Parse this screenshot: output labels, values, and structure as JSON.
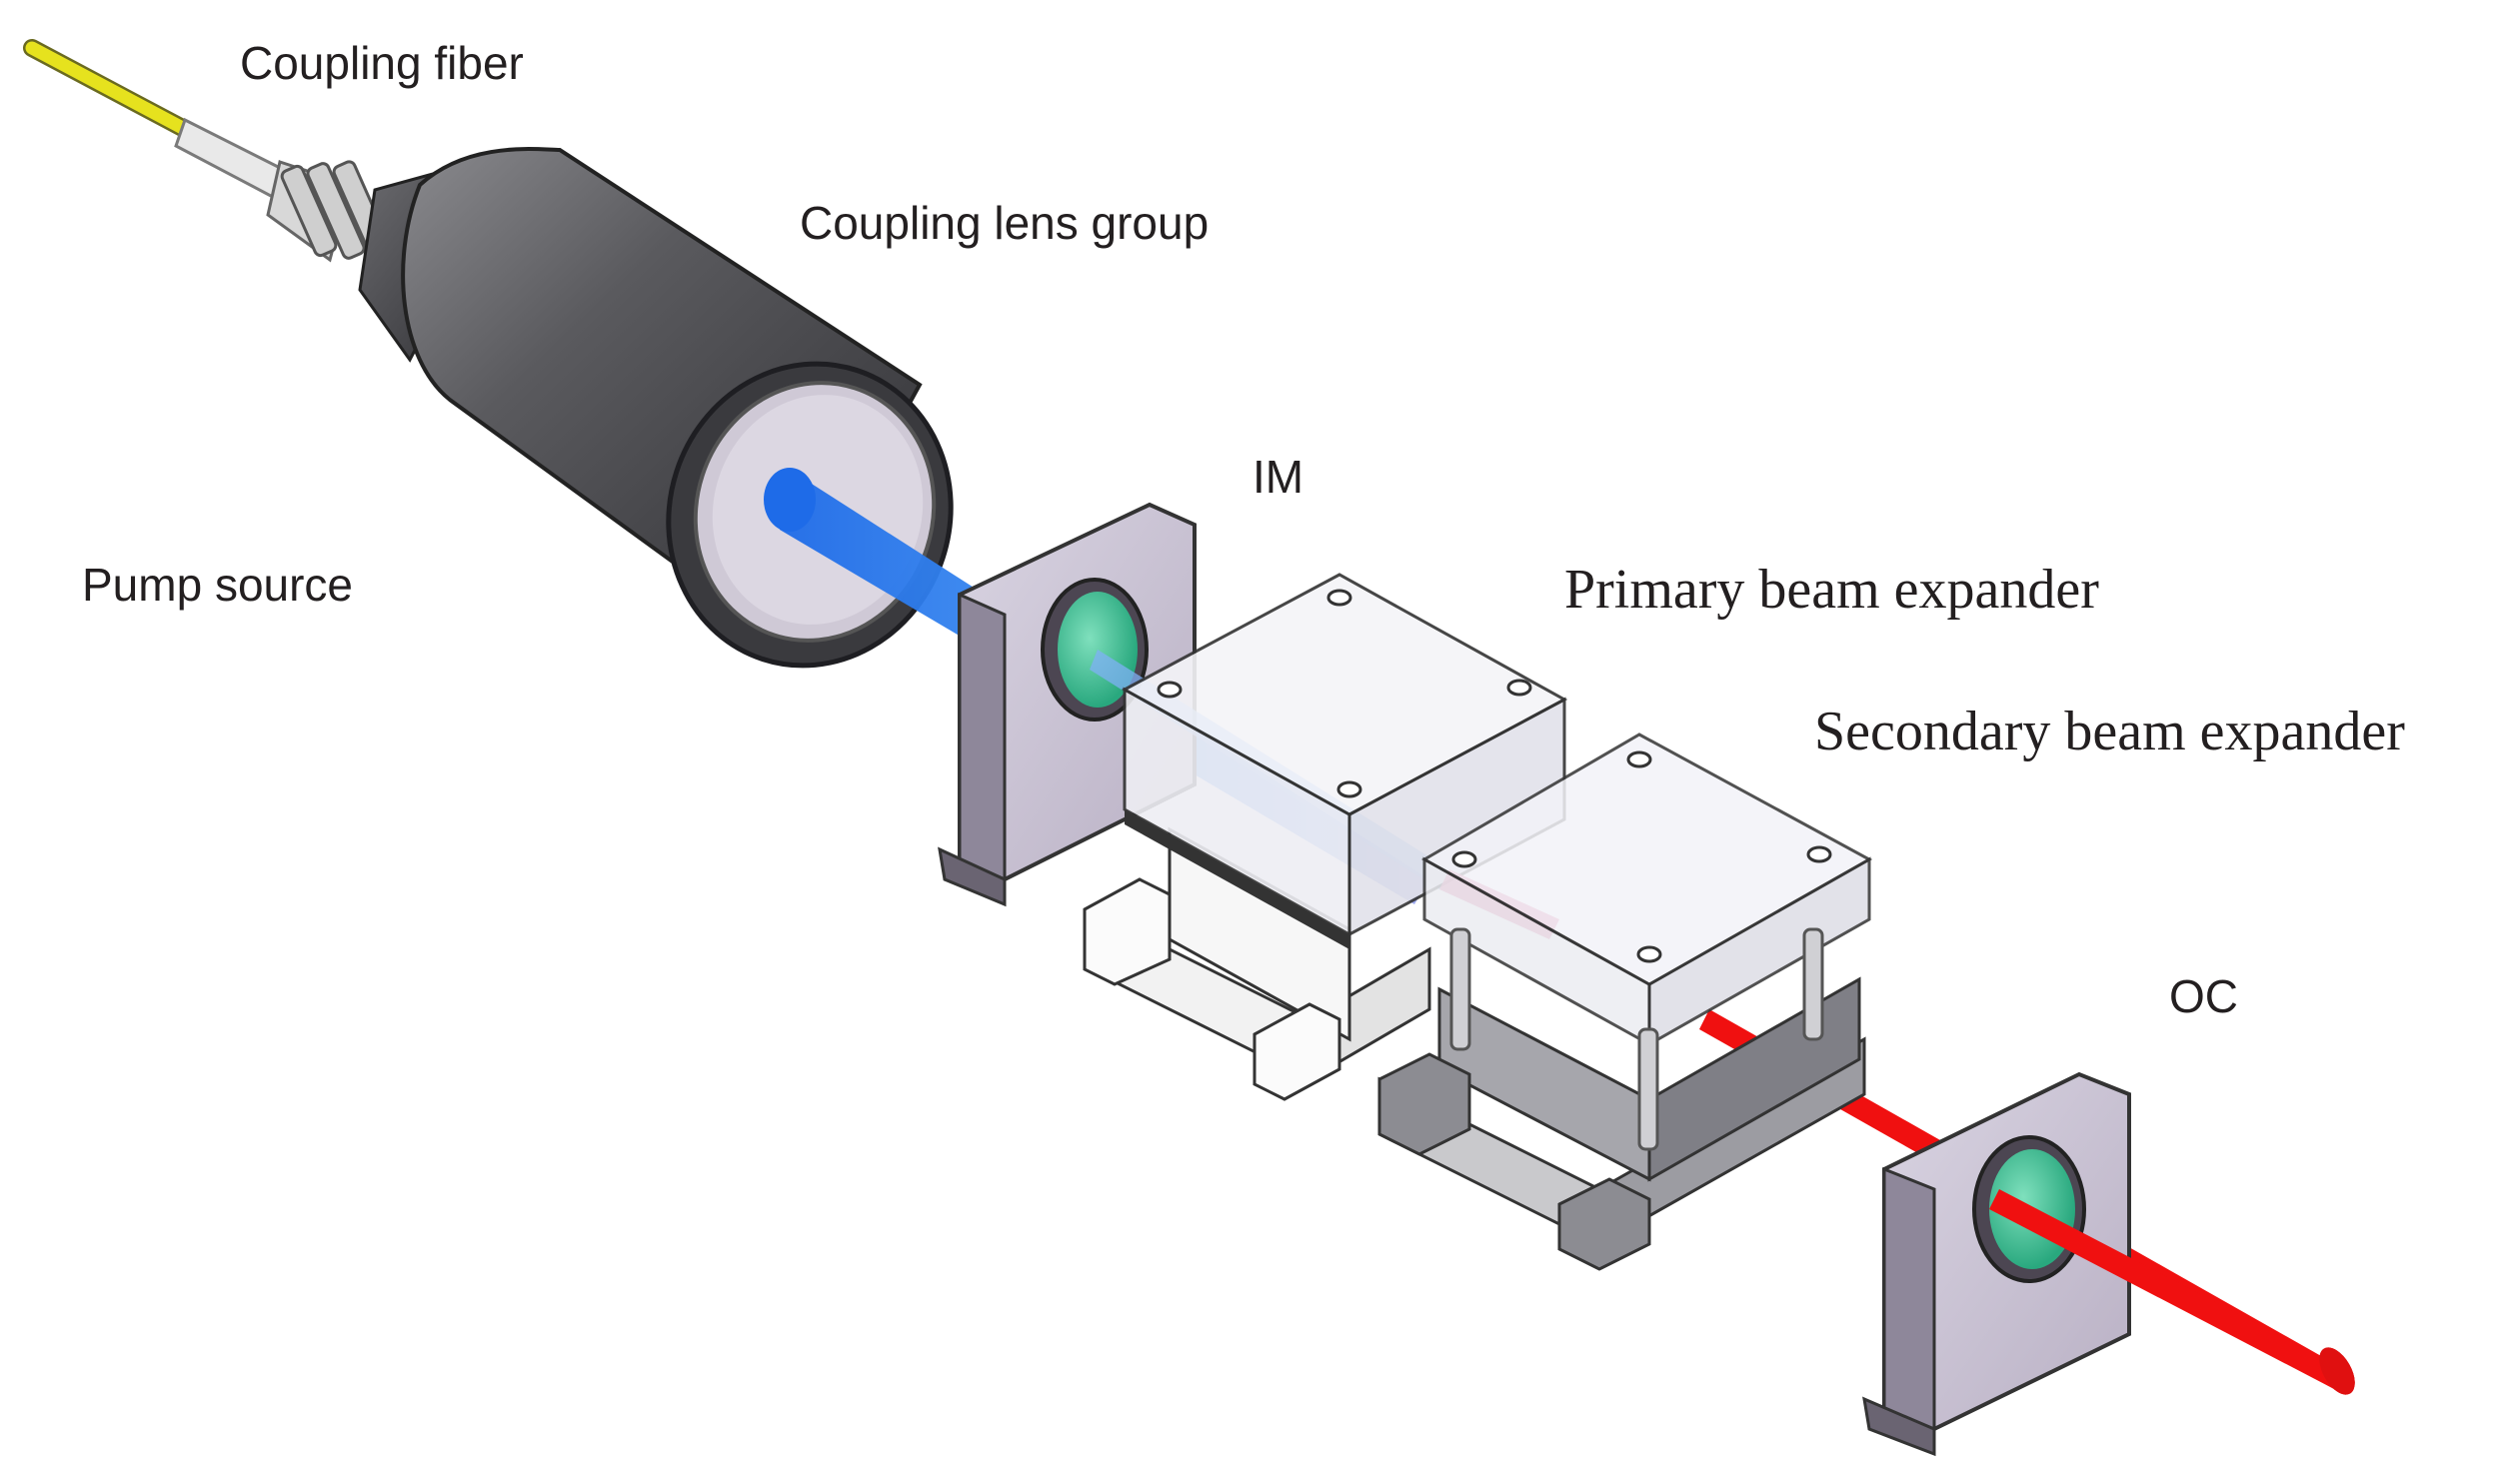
{
  "labels": {
    "coupling_fiber": "Coupling fiber",
    "coupling_lens_group": "Coupling lens group",
    "pump_source": "Pump source",
    "im": "IM",
    "primary_beam_expander": "Primary beam expander",
    "secondary_beam_expander": "Secondary  beam expander",
    "oc": "OC"
  },
  "colors": {
    "fiber": "#e6e21e",
    "pump_beam": "#2f7df0",
    "laser_beam": "#f01010",
    "mirror_glass": "#40c59a",
    "metal_dark": "#4a4a4e",
    "mount_plate": "#c8c0cc",
    "crystal_box": "#e8e8ee",
    "text": "#231f20"
  }
}
